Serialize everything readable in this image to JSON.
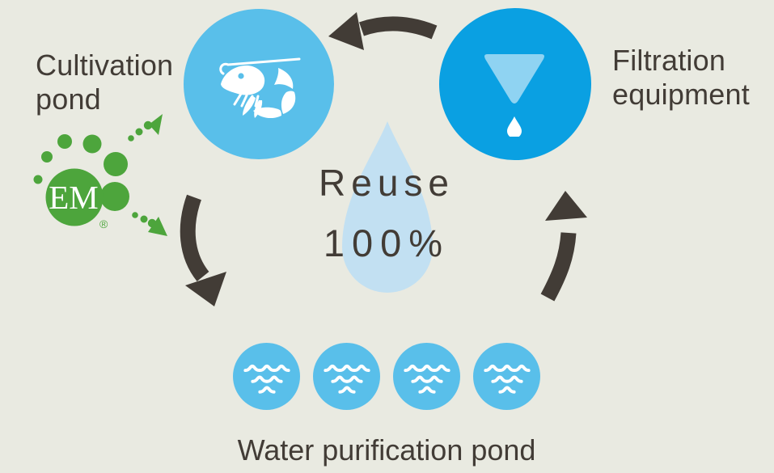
{
  "colors": {
    "background": "#E9EAE1",
    "light_blue": "#59BFEA",
    "dark_blue": "#0AA0E2",
    "pale_blue": "#C2E0F2",
    "funnel_blue": "#8FD3F2",
    "green": "#4DA53C",
    "dark": "#423C36",
    "white": "#FFFFFF"
  },
  "nodes": {
    "cultivation": {
      "label_line1": "Cultivation",
      "label_line2": "pond",
      "icon": "shrimp-icon"
    },
    "filtration": {
      "label_line1": "Filtration",
      "label_line2": "equipment",
      "icon": "funnel-drop-icon"
    },
    "purification": {
      "label": "Water purification pond",
      "icon": "waves-icon",
      "pond_icon_count": 4
    }
  },
  "center": {
    "line1": "Reuse",
    "line2": "100%",
    "icon": "water-drop-icon"
  },
  "em_logo": {
    "text": "EM",
    "registered_mark": "®",
    "icon": "em-dots-logo"
  },
  "arrows": [
    {
      "name": "arrow-filtration-to-cultivation",
      "direction": "left"
    },
    {
      "name": "arrow-cultivation-to-purification",
      "direction": "down-right"
    },
    {
      "name": "arrow-purification-to-filtration",
      "direction": "up"
    }
  ]
}
